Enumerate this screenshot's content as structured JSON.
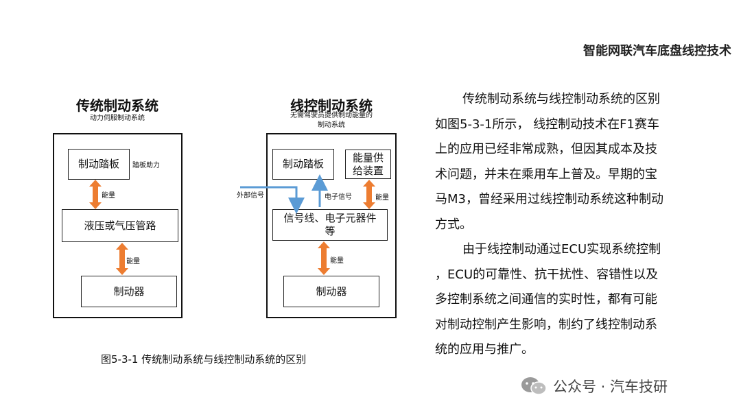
{
  "header": {
    "title": "智能网联汽车底盘线控技术"
  },
  "traditional": {
    "title": "传统制动系统",
    "subtitle": "动力伺服制动系统",
    "boxes": {
      "pedal": "制动踏板",
      "pipeline": "液压或气压管路",
      "brake": "制动器"
    },
    "labels": {
      "pedal_assist": "踏板助力",
      "energy1": "能量",
      "energy2": "能量"
    }
  },
  "bywire": {
    "title": "线控制动系统",
    "subtitle_line1": "无需驾驶员提供制动能量的",
    "subtitle_line2": "制动系统",
    "boxes": {
      "pedal": "制动踏板",
      "energy_supply_line1": "能量供",
      "energy_supply_line2": "给装置",
      "signal_line1": "信号线、电子元器件",
      "signal_line2": "等",
      "brake": "制动器"
    },
    "labels": {
      "external_signal": "外部信号",
      "electronic_signal": "电子信号",
      "energy1": "能量",
      "energy2": "能量"
    }
  },
  "caption": "图5-3-1 传统制动系统与线控制动系统的区别",
  "text": {
    "paragraph1": [
      "传统制动系统与线控制动系统的区别",
      "如图5-3-1所示， 线控制动技术在F1赛车",
      "上的应用已经非常成熟，但因其成本及技",
      "术问题，并未在乘用车上普及。早期的宝",
      "马M3，曾经采用过线控制动系统这种制动",
      "方式。"
    ],
    "paragraph2": [
      "由于线控制动通过ECU实现系统控制",
      "，ECU的可靠性、抗干扰性、容错性以及",
      "多控制系统之间通信的实时性，都有可能",
      "对制动控制产生影响，制约了线控制动系",
      "统的应用与推广。"
    ]
  },
  "watermark": {
    "text": "公众号 · 汽车技研",
    "icon": "wechat-icon"
  },
  "colors": {
    "energy_arrow": "#ED7D31",
    "signal_arrow": "#5B9BD5"
  }
}
